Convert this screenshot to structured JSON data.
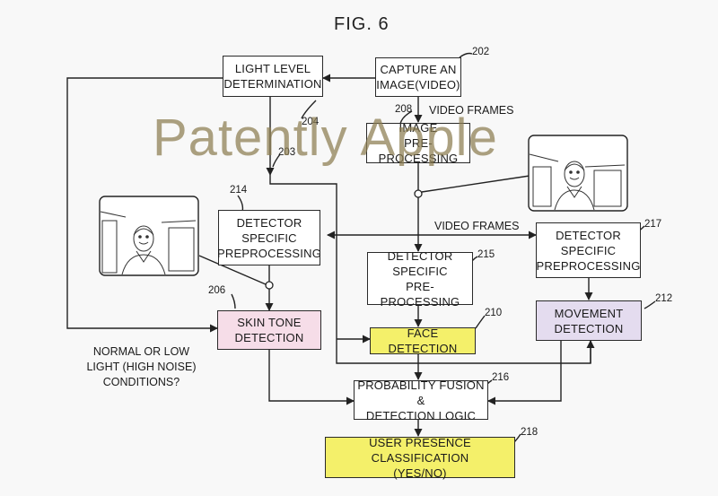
{
  "figure_title": "FIG. 6",
  "watermark": "Patently Apple",
  "colors": {
    "skin_tone": "#f6dde8",
    "face": "#f4f06a",
    "movement": "#e4dcef",
    "presence": "#f4f06a",
    "watermark": "#8c7d50"
  },
  "boxes": {
    "light_level": {
      "lines": [
        "LIGHT LEVEL",
        "DETERMINATION"
      ],
      "ref": "204"
    },
    "capture": {
      "lines": [
        "CAPTURE AN",
        "IMAGE(VIDEO)"
      ],
      "ref": "202"
    },
    "image_pre": {
      "lines": [
        "IMAGE",
        "PRE-PROCESSING"
      ],
      "ref": "208"
    },
    "det_pre_left": {
      "lines": [
        "DETECTOR",
        "SPECIFIC",
        "PREPROCESSING"
      ],
      "ref": "214"
    },
    "det_pre_mid": {
      "lines": [
        "DETECTOR",
        "SPECIFIC",
        "PRE-PROCESSING"
      ],
      "ref": "215"
    },
    "det_pre_right": {
      "lines": [
        "DETECTOR",
        "SPECIFIC",
        "PREPROCESSING"
      ],
      "ref": "217"
    },
    "skin_tone": {
      "lines": [
        "SKIN TONE",
        "DETECTION"
      ],
      "ref": "206"
    },
    "face": {
      "lines": [
        "FACE DETECTION"
      ],
      "ref": "210"
    },
    "movement": {
      "lines": [
        "MOVEMENT",
        "DETECTION"
      ],
      "ref": "212"
    },
    "fusion": {
      "lines": [
        "PROBABILITY FUSION &",
        "DETECTION LOGIC"
      ],
      "ref": "216"
    },
    "presence": {
      "lines": [
        "USER PRESENCE CLASSIFICATION",
        "(YES/NO)"
      ],
      "ref": "218"
    }
  },
  "ref_203": "203",
  "labels": {
    "video_frames_top": "VIDEO FRAMES",
    "video_frames_mid": "VIDEO FRAMES"
  },
  "note": {
    "lines": [
      "NORMAL OR LOW",
      "LIGHT (HIGH NOISE)",
      "CONDITIONS?"
    ]
  }
}
